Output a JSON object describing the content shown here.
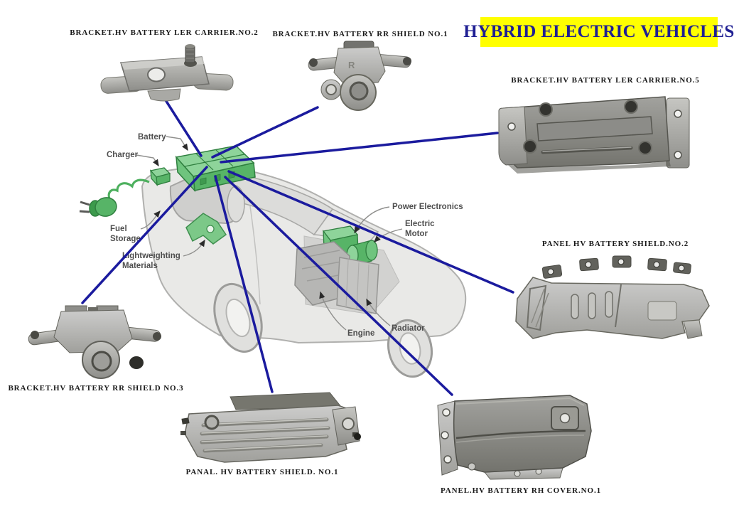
{
  "title": {
    "text": "HYBRID ELECTRIC VEHICLES",
    "bg_color": "#ffff00",
    "text_color": "#1f1f93"
  },
  "colors": {
    "connector_line": "#1b1b9e",
    "component_green": "#57b467",
    "part_label_text": "#181818",
    "metal_gray": "#8e8e8a"
  },
  "parts": [
    {
      "label": "BRACKET.HV BATTERY LER CARRIER.NO.2"
    },
    {
      "label": "BRACKET.HV BATTERY RR SHIELD NO.1"
    },
    {
      "label": "BRACKET.HV BATTERY LER CARRIER.NO.5"
    },
    {
      "label": "PANEL HV BATTERY SHIELD.NO.2"
    },
    {
      "label": "BRACKET.HV BATTERY RR SHIELD NO.3"
    },
    {
      "label": "PANAL. HV BATTERY SHIELD. NO.1"
    },
    {
      "label": "PANEL.HV BATTERY RH COVER.NO.1"
    }
  ],
  "stamps": {
    "r": "R"
  },
  "car_diagram": {
    "labels": {
      "battery": "Battery",
      "charger": "Charger",
      "fuel_line1": "Fuel",
      "fuel_line2": "Storage",
      "light_line1": "Lightweighting",
      "light_line2": "Materials",
      "power_electronics": "Power Electronics",
      "electric_line1": "Electric",
      "electric_line2": "Motor",
      "engine": "Engine",
      "radiator": "Radiator"
    }
  }
}
